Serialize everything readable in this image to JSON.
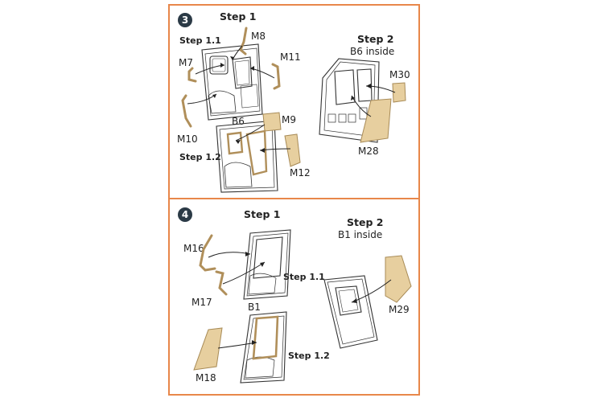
{
  "panels": [
    {
      "number": "3",
      "step1_title": "Step 1",
      "step1_1": "Step 1.1",
      "step1_2": "Step 1.2",
      "step2_title": "Step 2",
      "step2_sub": "B6 inside",
      "parts": {
        "m7": "M7",
        "m8": "M8",
        "m11": "M11",
        "m10": "M10",
        "b6": "B6",
        "m9": "M9",
        "m12": "M12",
        "m30": "M30",
        "m28": "M28"
      }
    },
    {
      "number": "4",
      "step1_title": "Step 1",
      "step1_1": "Step 1.1",
      "step1_2": "Step 1.2",
      "step2_title": "Step 2",
      "step2_sub": "B1 inside",
      "parts": {
        "m16": "M16",
        "m17": "M17",
        "b1": "B1",
        "m29": "M29",
        "m18": "M18"
      }
    }
  ],
  "colors": {
    "frame": "#e8874a",
    "part_fill": "#e7cf9f",
    "part_stroke": "#a88b57",
    "line": "#333333",
    "badge": "#2b3a46"
  }
}
